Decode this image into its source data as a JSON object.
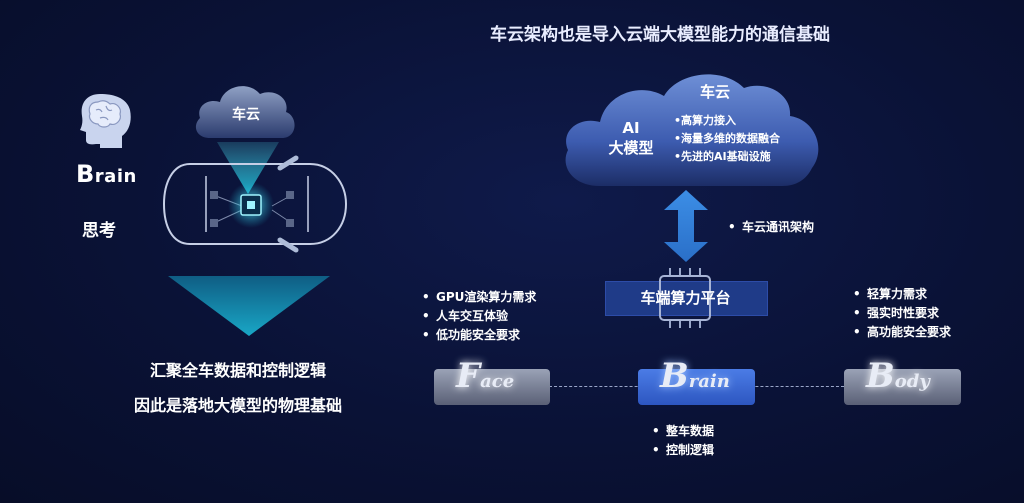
{
  "title": "车云架构也是导入云端大模型能力的通信基础",
  "left": {
    "brain_cap": "B",
    "brain_rest": "rain",
    "think": "思考",
    "cloud_label": "车云",
    "line1": "汇聚全车数据和控制逻辑",
    "line2": "因此是落地大模型的物理基础"
  },
  "cloud": {
    "title": "车云",
    "ai_line1": "AI",
    "ai_line2": "大模型",
    "items": [
      "高算力接入",
      "海量多维的数据融合",
      "先进的AI基础设施"
    ]
  },
  "arch_label": "车云通讯架构",
  "platform_label": "车端算力平台",
  "face": {
    "cap": "F",
    "rest": "ace",
    "items": [
      "GPU渲染算力需求",
      "人车交互体验",
      "低功能安全要求"
    ]
  },
  "brain": {
    "cap": "B",
    "rest": "rain",
    "items": [
      "整车数据",
      "控制逻辑"
    ]
  },
  "body": {
    "cap": "B",
    "rest": "ody",
    "items": [
      "轻算力需求",
      "强实时性要求",
      "高功能安全要求"
    ]
  },
  "bullet": "•",
  "colors": {
    "background": "#0a1236",
    "accent_blue": "#2d56c0",
    "platform": "#1f3b88"
  }
}
